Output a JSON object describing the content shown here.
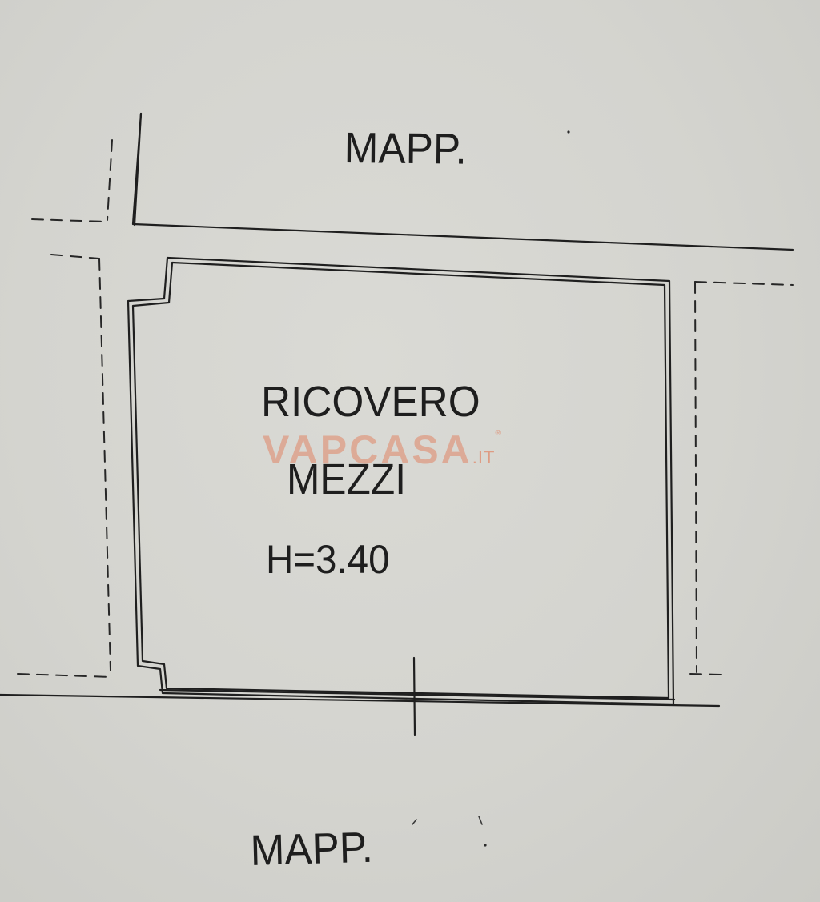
{
  "labels": {
    "parcel_top": "MAPP.",
    "parcel_bottom": "MAPP.",
    "room_name_line1": "RICOVERO",
    "room_name_line2": "MEZZI",
    "room_height": "H=3.40"
  },
  "watermark": {
    "brand": "VAPCASA",
    "tld": ".IT",
    "registered": "®",
    "color": "#e2744e"
  },
  "colors": {
    "paper": "#d6d6d1",
    "ink": "#1e1e1e"
  }
}
